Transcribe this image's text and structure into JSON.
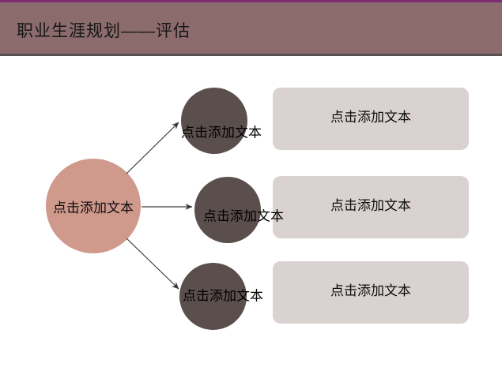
{
  "header": {
    "title": "职业生涯规划——评估"
  },
  "diagram": {
    "main_circle": {
      "label": "点击添加文本"
    },
    "sub_circles": [
      {
        "label": "点击添加文本"
      },
      {
        "label": "点击添加文本"
      },
      {
        "label": "点击添加文本"
      }
    ],
    "text_boxes": [
      {
        "label": "点击添加文本"
      },
      {
        "label": "点击添加文本"
      },
      {
        "label": "点击添加文本"
      }
    ]
  },
  "colors": {
    "accent_top_line": "#7D2B70",
    "header_bar": "#8B6B6B",
    "header_divider": "#575052",
    "main_circle_fill": "#CF998C",
    "sub_circle_fill": "#5A4F4D",
    "text_box_fill": "#D9D2D0",
    "arrow_stroke": "#3A3A3A",
    "title_text": "#161616"
  }
}
